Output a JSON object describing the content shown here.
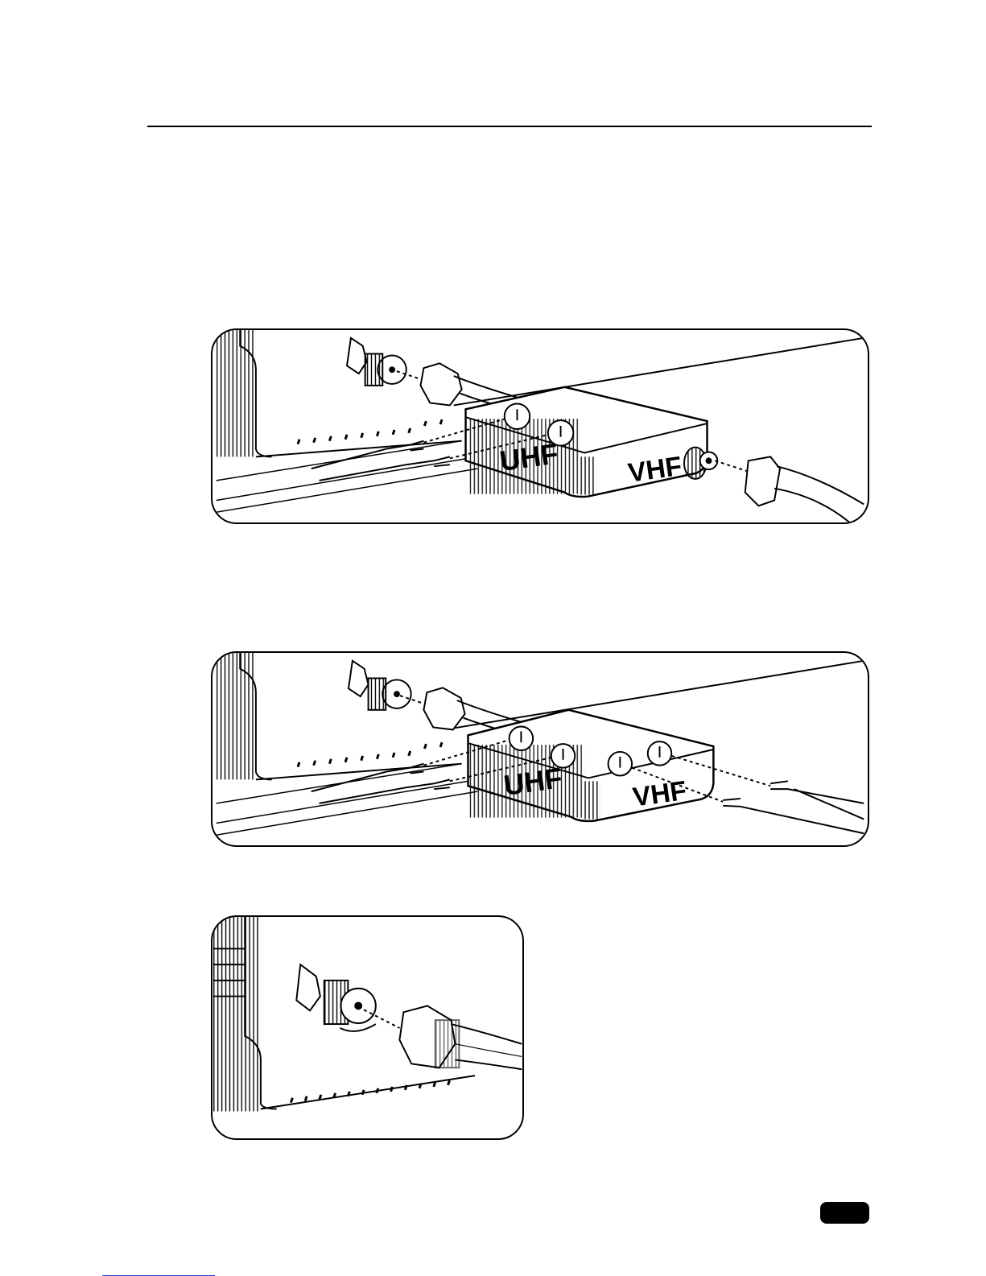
{
  "figures": [
    {
      "id": "fig1",
      "box_front_label": "UHF",
      "box_side_label": "VHF"
    },
    {
      "id": "fig2",
      "box_front_label": "UHF",
      "box_side_label": "VHF"
    },
    {
      "id": "fig3"
    }
  ],
  "colors": {
    "line": "#000000",
    "background": "#ffffff",
    "page_tab": "#000000"
  }
}
